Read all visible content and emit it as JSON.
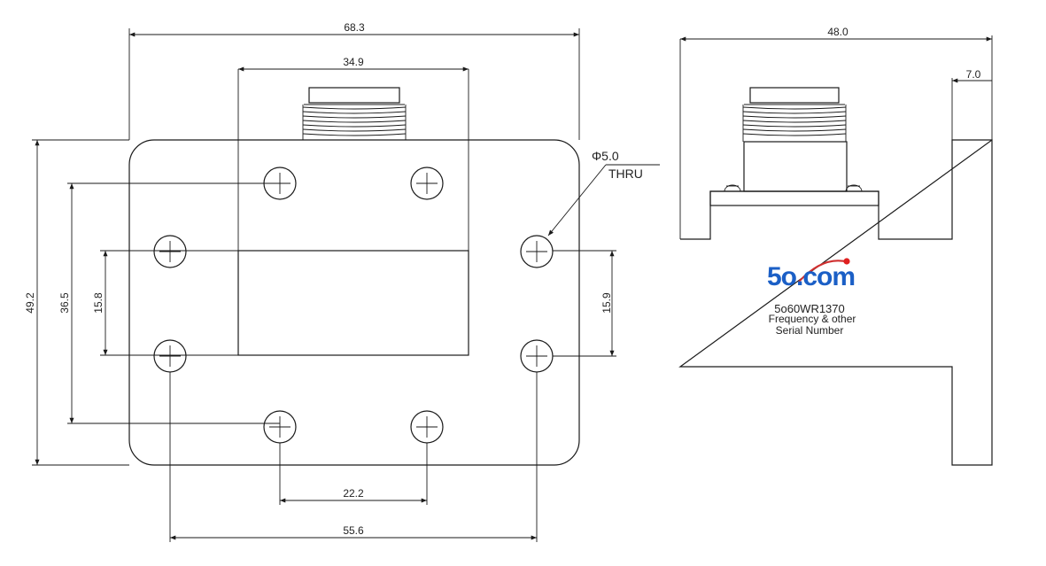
{
  "front_view": {
    "width_overall": "68.3",
    "width_waveguide": "34.9",
    "height_overall": "49.2",
    "height_hole_spacing": "36.5",
    "height_aperture_left": "15.8",
    "height_aperture_right": "15.9",
    "hole_spacing_bottom": "22.2",
    "hole_spacing_wide": "55.6",
    "hole_note_diameter": "Φ5.0",
    "hole_note_type": "THRU"
  },
  "side_view": {
    "width_overall": "48.0",
    "step_width": "7.0",
    "brand": "5o.com",
    "part_number": "5o60WR1370",
    "frequency_line": "Frequency & other",
    "serial_line": "Serial Number"
  },
  "colors": {
    "line": "#1a1a1a",
    "brand_blue": "#1b5fc6",
    "brand_dot": "#e02020"
  }
}
